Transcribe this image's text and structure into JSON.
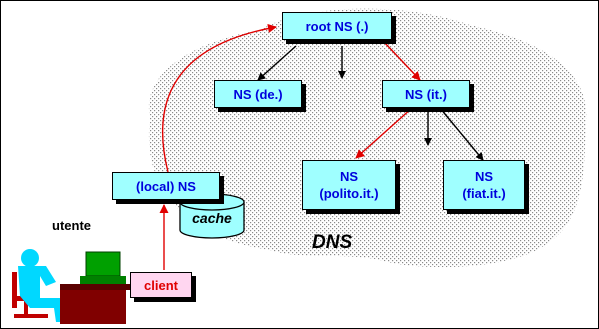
{
  "diagram": {
    "cloud_label": "DNS",
    "nodes": {
      "root": "root NS (.)",
      "de": "NS (de.)",
      "it": "NS (it.)",
      "polito_line1": "NS",
      "polito_line2": "(polito.it.)",
      "fiat_line1": "NS",
      "fiat_line2": "(fiat.it.)",
      "local": "(local) NS"
    },
    "cache_label": "cache",
    "user_label": "utente",
    "client_label": "client",
    "colors": {
      "node_fill": "#9fffff",
      "node_text": "#0000dd",
      "client_fill": "#ffd6f0",
      "client_text": "#e00000",
      "query_arrow": "#e00000",
      "tree_edge": "#000000",
      "cloud_dots": "#9a9a9a"
    },
    "icons": [
      "user-at-desk-icon",
      "computer-monitor-icon",
      "cache-cylinder-icon"
    ]
  }
}
